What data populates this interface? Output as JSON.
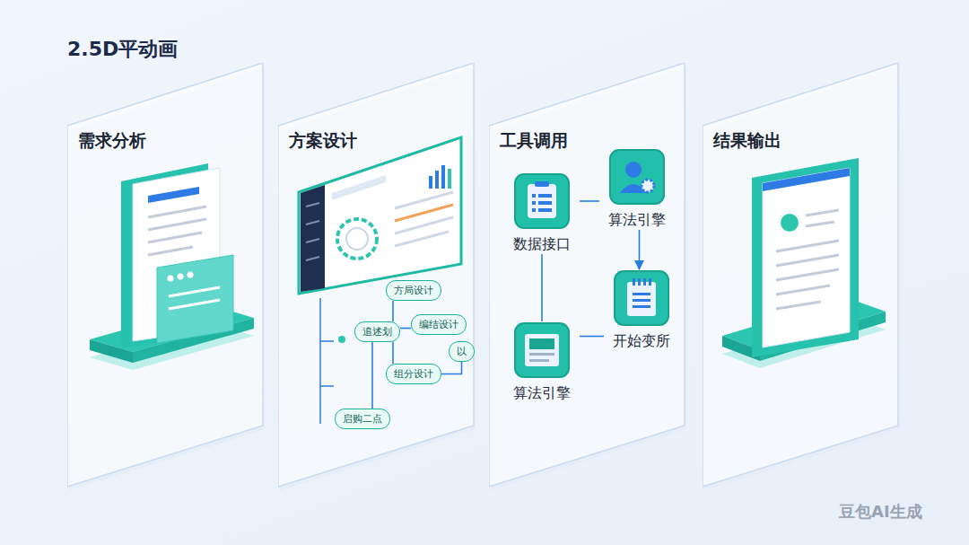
{
  "diagram": {
    "title": "2.5D平动画",
    "nodes": [
      {
        "text": [
          "需求分析"
        ]
      },
      {
        "text": [
          "方案设计"
        ]
      },
      {
        "text": [
          "方局设计"
        ],
        "in": 1
      },
      {
        "text": [
          "追述划"
        ],
        "in": 1
      },
      {
        "text": [
          "编结设计"
        ],
        "in": 1
      },
      {
        "text": [
          "组分设计"
        ],
        "in": 1
      },
      {
        "text": [
          "以"
        ],
        "in": 1
      },
      {
        "text": [
          "启购二点"
        ],
        "in": 1
      },
      {
        "text": [
          "工具调用"
        ]
      },
      {
        "text": [
          "数据接口"
        ],
        "in": 8
      },
      {
        "text": [
          "算法引擎"
        ],
        "in": 8
      },
      {
        "text": [
          "算法引擎"
        ],
        "in": 8
      },
      {
        "text": [
          "开始变所"
        ],
        "in": 8
      },
      {
        "text": [
          "结果输出"
        ]
      }
    ],
    "edges": [
      {
        "from": 2,
        "to": 3,
        "arrow": "none"
      },
      {
        "from": 3,
        "to": 4,
        "arrow": "none"
      },
      {
        "from": 3,
        "to": 5,
        "arrow": "none"
      },
      {
        "from": 5,
        "to": 6,
        "arrow": "none"
      },
      {
        "from": 3,
        "to": 7,
        "arrow": "none"
      },
      {
        "from": 9,
        "to": 10,
        "arrow": "none"
      },
      {
        "from": 10,
        "to": 12,
        "arrow": "to"
      },
      {
        "from": 9,
        "to": 11,
        "arrow": "none"
      },
      {
        "from": 11,
        "to": 12,
        "arrow": "none"
      }
    ],
    "labels": [
      "豆包AI生成"
    ]
  }
}
